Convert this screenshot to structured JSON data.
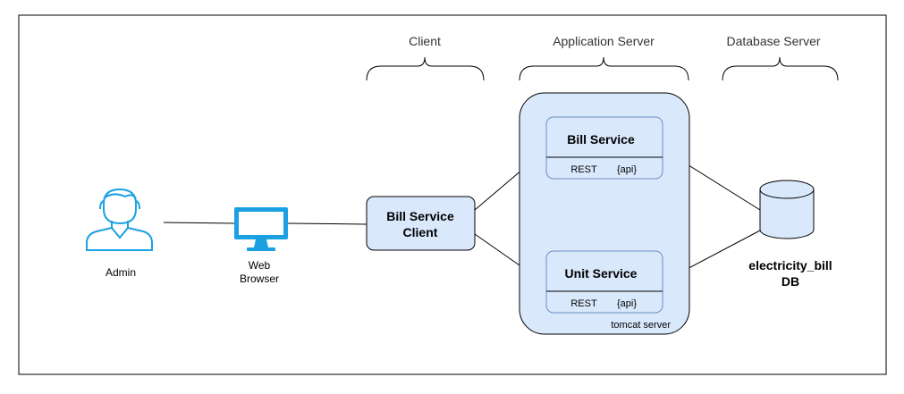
{
  "tiers": {
    "client": "Client",
    "application_server": "Application Server",
    "database_server": "Database Server"
  },
  "actor": {
    "label": "Admin",
    "icon": "user-icon"
  },
  "browser": {
    "label_line1": "Web",
    "label_line2": "Browser",
    "icon": "monitor-icon"
  },
  "client_box": {
    "line1": "Bill Service",
    "line2": "Client"
  },
  "server": {
    "label": "tomcat server"
  },
  "bill_service": {
    "title": "Bill Service",
    "rest": "REST",
    "api": "{api}"
  },
  "unit_service": {
    "title": "Unit Service",
    "rest": "REST",
    "api": "{api}"
  },
  "database": {
    "line1": "electricity_bill",
    "line2": "DB",
    "icon": "database-icon"
  },
  "colors": {
    "node_fill": "#dae8fc",
    "node_stroke": "#6c8ebf",
    "icon_blue": "#1ba1e2",
    "line": "#000000"
  }
}
